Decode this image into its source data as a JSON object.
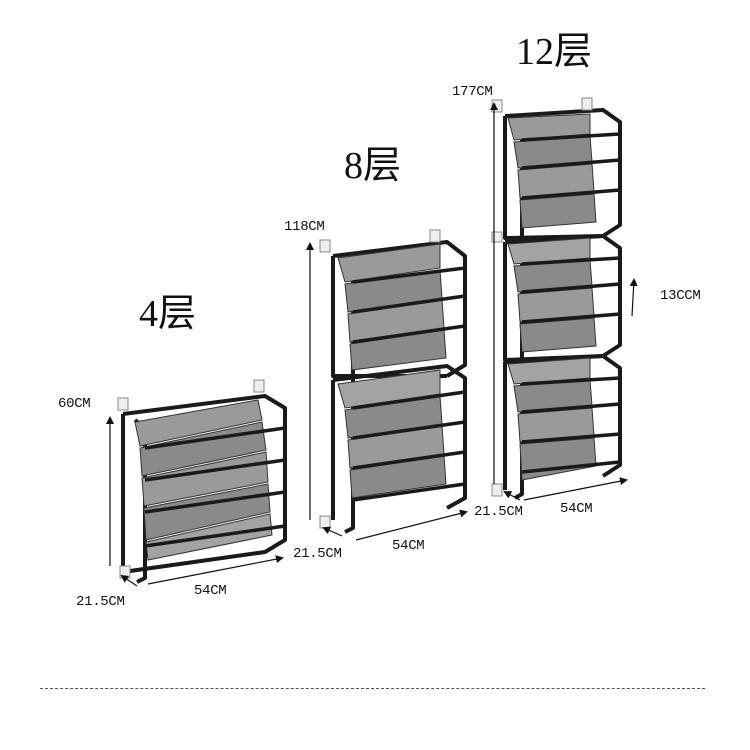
{
  "racks": [
    {
      "title": "4层",
      "height": "60CM",
      "depth": "21.5CM",
      "width": "54CM",
      "pockets_per_section": 4,
      "sections": 1
    },
    {
      "title": "8层",
      "height": "118CM",
      "depth": "21.5CM",
      "width": "54CM",
      "pockets_per_section": 4,
      "sections": 2
    },
    {
      "title": "12层",
      "height": "177CM",
      "depth": "21.5CM",
      "width": "54CM",
      "pockets_per_section": 4,
      "sections": 3
    }
  ],
  "spacing_label": "13CCM",
  "colors": {
    "frame": "#1a1a1a",
    "mesh": "#8c8c8c",
    "mesh_light": "#bdbdbd",
    "background": "#ffffff"
  },
  "footer_text": ""
}
